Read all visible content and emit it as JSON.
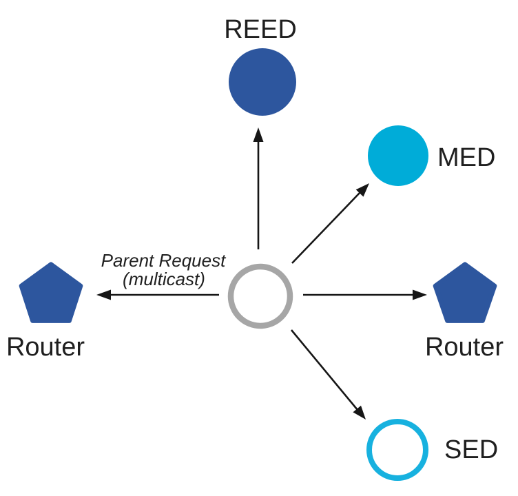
{
  "diagram": {
    "description": "Thread network attach diagram: a joining node multicasts a Parent Request to surrounding device types",
    "annotation": {
      "line1": "Parent Request",
      "line2": "(multicast)"
    },
    "nodes": {
      "reed": {
        "label": "REED",
        "shape": "filled-circle"
      },
      "med": {
        "label": "MED",
        "shape": "filled-circle"
      },
      "router_left": {
        "label": "Router",
        "shape": "pentagon"
      },
      "router_right": {
        "label": "Router",
        "shape": "pentagon"
      },
      "sed": {
        "label": "SED",
        "shape": "outlined-circle"
      },
      "center": {
        "label": "",
        "shape": "outlined-circle"
      }
    },
    "colors": {
      "dark_blue": "#2d569e",
      "cyan": "#00acd8",
      "sed_outline": "#17b1df",
      "center_outline": "#a6a6a6",
      "arrow": "#161616",
      "text": "#1f1f1f",
      "background": "#ffffff"
    }
  }
}
